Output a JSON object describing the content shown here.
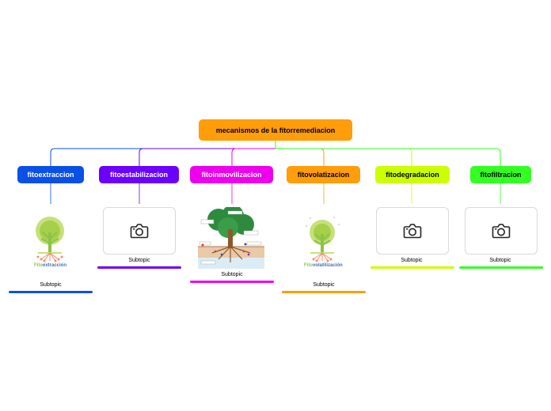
{
  "root": {
    "label": "mecanismos de la fitorremediacion",
    "color": "#ff9d0a"
  },
  "branches": [
    {
      "id": "fitoextraccion",
      "label": "fitoextraccion",
      "color": "#0a50e6",
      "text": "white",
      "image": "tree",
      "caption_a": "Fito",
      "caption_b": "extracción",
      "subtopic": "Subtopic"
    },
    {
      "id": "fitoestabilizacion",
      "label": "fitoestabilizacion",
      "color": "#6b00ff",
      "text": "white",
      "image": "placeholder",
      "subtopic": "Subtopic"
    },
    {
      "id": "fitoinmovilizacion",
      "label": "fitoinmovilizacion",
      "color": "#ee00ee",
      "text": "white",
      "image": "diagram",
      "subtopic": "Subtopic"
    },
    {
      "id": "fitovolatizacion",
      "label": "fitovolatizacion",
      "color": "#ff9d0a",
      "text": "black",
      "image": "tree",
      "caption_a": "Fito",
      "caption_b": "volatilización",
      "subtopic": "Subtopic"
    },
    {
      "id": "fitodegradacion",
      "label": "fitodegradacion",
      "color": "#ccff00",
      "text": "black",
      "image": "placeholder",
      "subtopic": "Subtopic"
    },
    {
      "id": "fitofiltracion",
      "label": "fitofiltracion",
      "color": "#33ff22",
      "text": "black",
      "image": "placeholder",
      "subtopic": "Subtopic"
    }
  ],
  "icons": {
    "placeholder": "camera-icon"
  }
}
